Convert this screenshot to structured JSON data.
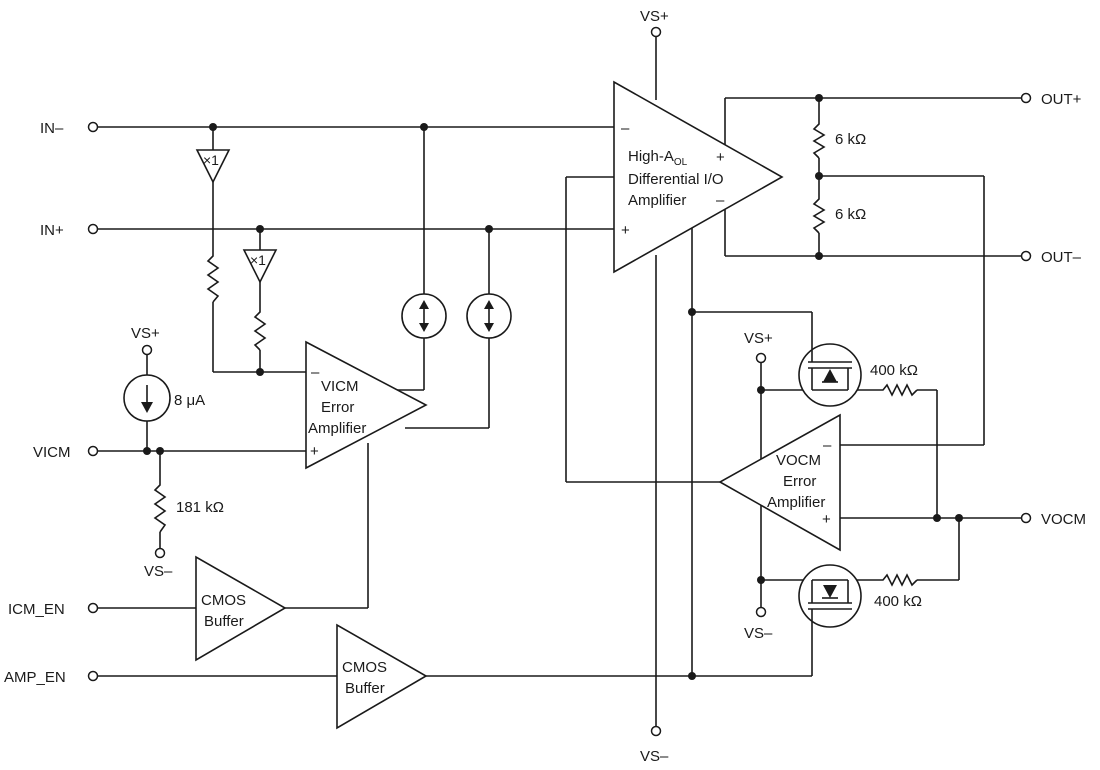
{
  "pins": {
    "in_neg": "IN–",
    "in_pos": "IN+",
    "vicm": "VICM",
    "icm_en": "ICM_EN",
    "amp_en": "AMP_EN",
    "out_pos": "OUT+",
    "out_neg": "OUT–",
    "vocm": "VOCM",
    "vs_pos_top": "VS+",
    "vs_neg_bottom": "VS–",
    "vs_pos_left": "VS+",
    "vs_neg_left": "VS–",
    "vs_pos_right": "VS+",
    "vs_neg_right": "VS–"
  },
  "amplifiers": {
    "main": {
      "line1_prefix": "High-A",
      "line1_sub": "OL",
      "line2": "Differential I/O",
      "line3": "Amplifier",
      "plus": "+",
      "minus": "–",
      "out_plus": "+",
      "out_minus": "–"
    },
    "vicm": {
      "line1": "VICM",
      "line2": "Error",
      "line3": "Amplifier",
      "minus": "–",
      "plus": "+"
    },
    "vocm": {
      "line1": "VOCM",
      "line2": "Error",
      "line3": "Amplifier",
      "minus": "–",
      "plus": "+"
    },
    "cmos1": {
      "line1": "CMOS",
      "line2": "Buffer"
    },
    "cmos2": {
      "line1": "CMOS",
      "line2": "Buffer"
    },
    "buf1": "×1",
    "buf2": "×1"
  },
  "components": {
    "r_top": "6 kΩ",
    "r_bottom": "6 kΩ",
    "r_181k": "181 kΩ",
    "r_400k_top": "400 kΩ",
    "r_400k_bottom": "400 kΩ",
    "current_source": "8 μA"
  }
}
